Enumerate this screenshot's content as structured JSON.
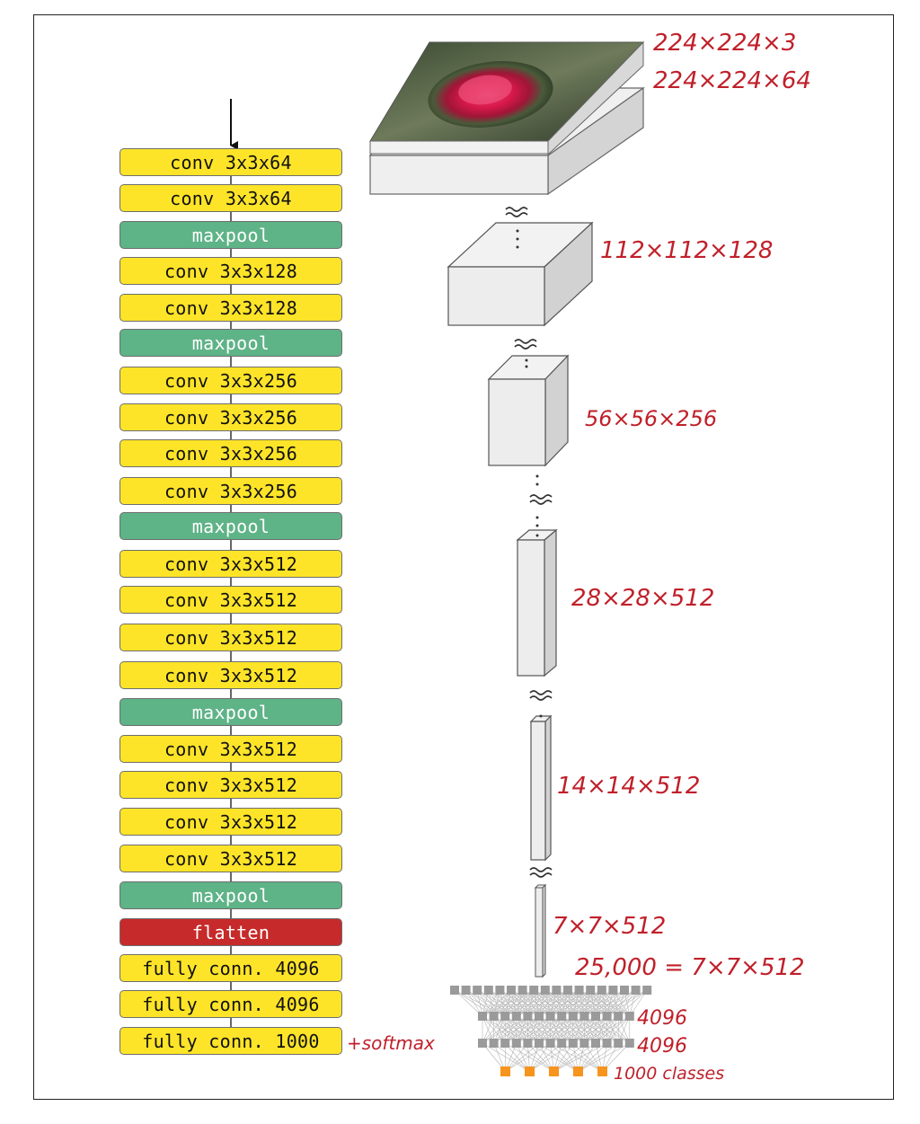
{
  "layers": [
    {
      "type": "conv",
      "label": "conv 3x3x64"
    },
    {
      "type": "conv",
      "label": "conv 3x3x64"
    },
    {
      "type": "pool",
      "label": "maxpool"
    },
    {
      "type": "conv",
      "label": "conv 3x3x128"
    },
    {
      "type": "conv",
      "label": "conv 3x3x128"
    },
    {
      "type": "pool",
      "label": "maxpool"
    },
    {
      "type": "conv",
      "label": "conv 3x3x256"
    },
    {
      "type": "conv",
      "label": "conv 3x3x256"
    },
    {
      "type": "conv",
      "label": "conv 3x3x256"
    },
    {
      "type": "conv",
      "label": "conv 3x3x256"
    },
    {
      "type": "pool",
      "label": "maxpool"
    },
    {
      "type": "conv",
      "label": "conv 3x3x512"
    },
    {
      "type": "conv",
      "label": "conv 3x3x512"
    },
    {
      "type": "conv",
      "label": "conv 3x3x512"
    },
    {
      "type": "conv",
      "label": "conv 3x3x512"
    },
    {
      "type": "pool",
      "label": "maxpool"
    },
    {
      "type": "conv",
      "label": "conv 3x3x512"
    },
    {
      "type": "conv",
      "label": "conv 3x3x512"
    },
    {
      "type": "conv",
      "label": "conv 3x3x512"
    },
    {
      "type": "conv",
      "label": "conv 3x3x512"
    },
    {
      "type": "pool",
      "label": "maxpool"
    },
    {
      "type": "flat",
      "label": "flatten"
    },
    {
      "type": "fc",
      "label": "fully conn. 4096"
    },
    {
      "type": "fc",
      "label": "fully conn. 4096"
    },
    {
      "type": "fc",
      "label": "fully conn. 1000"
    }
  ],
  "softmax_note": "+softmax",
  "shapes": {
    "input": "224×224×3",
    "conv1": "224×224×64",
    "conv2": "112×112×128",
    "conv3": "56×56×256",
    "conv4": "28×28×512",
    "conv5": "14×14×512",
    "pool5": "7×7×512"
  },
  "flatten_note": "25,000 = 7×7×512",
  "fc_labels": {
    "fc1": "4096",
    "fc2": "4096",
    "out": "1000 classes"
  },
  "colors": {
    "conv": "#fde428",
    "pool": "#5eb387",
    "flatten": "#c72a2a",
    "annotation": "#c0202a",
    "output_node": "#f7941d",
    "hidden_node": "#9a9a9a"
  }
}
